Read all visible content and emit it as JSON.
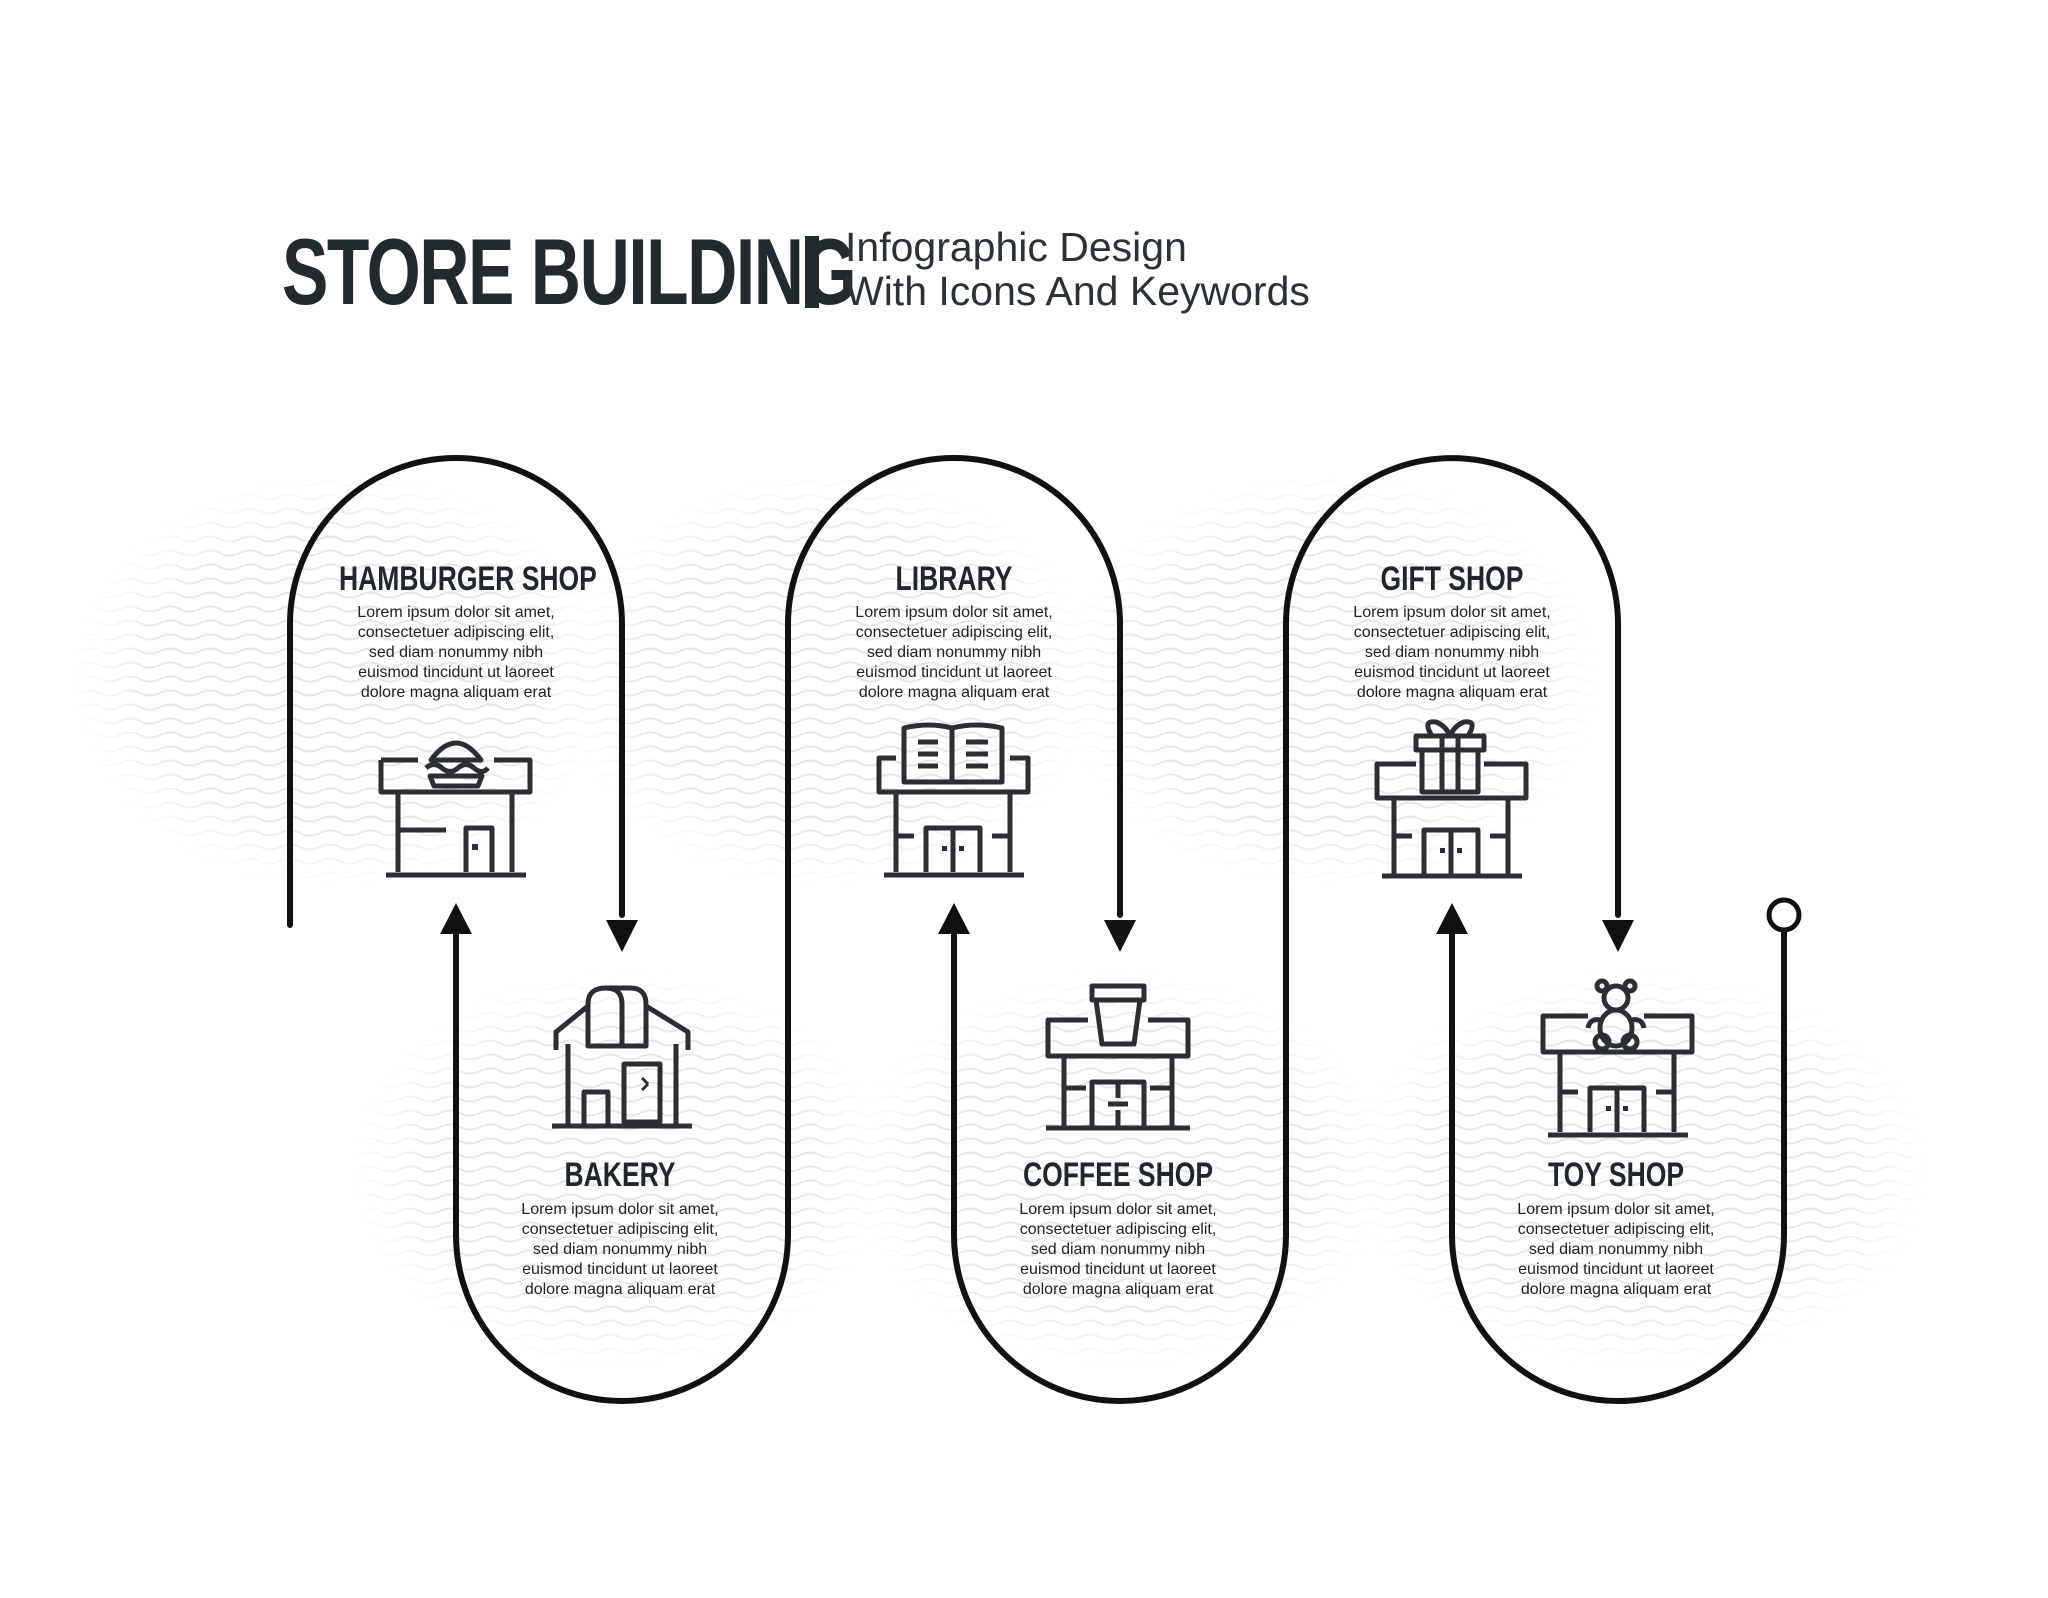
{
  "header": {
    "title": "STORE BUILDING",
    "subtitle_line1": "Infographic Design",
    "subtitle_line2": "With Icons And Keywords"
  },
  "colors": {
    "ink": "#222a2e",
    "line": "#111111",
    "wave": "#d9d9d9"
  },
  "steps": [
    {
      "title": "HAMBURGER SHOP",
      "icon": "hamburger-shop-icon",
      "desc": [
        "Lorem ipsum dolor sit amet,",
        "consectetuer adipiscing elit,",
        "sed diam nonummy nibh",
        "euismod tincidunt ut laoreet",
        "dolore magna aliquam erat"
      ]
    },
    {
      "title": "BAKERY",
      "icon": "bakery-shop-icon",
      "desc": [
        "Lorem ipsum dolor sit amet,",
        "consectetuer adipiscing elit,",
        "sed diam nonummy nibh",
        "euismod tincidunt ut laoreet",
        "dolore magna aliquam erat"
      ]
    },
    {
      "title": "LIBRARY",
      "icon": "library-icon",
      "desc": [
        "Lorem ipsum dolor sit amet,",
        "consectetuer adipiscing elit,",
        "sed diam nonummy nibh",
        "euismod tincidunt ut laoreet",
        "dolore magna aliquam erat"
      ]
    },
    {
      "title": "COFFEE SHOP",
      "icon": "coffee-shop-icon",
      "desc": [
        "Lorem ipsum dolor sit amet,",
        "consectetuer adipiscing elit,",
        "sed diam nonummy nibh",
        "euismod tincidunt ut laoreet",
        "dolore magna aliquam erat"
      ]
    },
    {
      "title": "GIFT SHOP",
      "icon": "gift-shop-icon",
      "desc": [
        "Lorem ipsum dolor sit amet,",
        "consectetuer adipiscing elit,",
        "sed diam nonummy nibh",
        "euismod tincidunt ut laoreet",
        "dolore magna aliquam erat"
      ]
    },
    {
      "title": "TOY SHOP",
      "icon": "toy-shop-icon",
      "desc": [
        "Lorem ipsum dolor sit amet,",
        "consectetuer adipiscing elit,",
        "sed diam nonummy nibh",
        "euismod tincidunt ut laoreet",
        "dolore magna aliquam erat"
      ]
    }
  ]
}
